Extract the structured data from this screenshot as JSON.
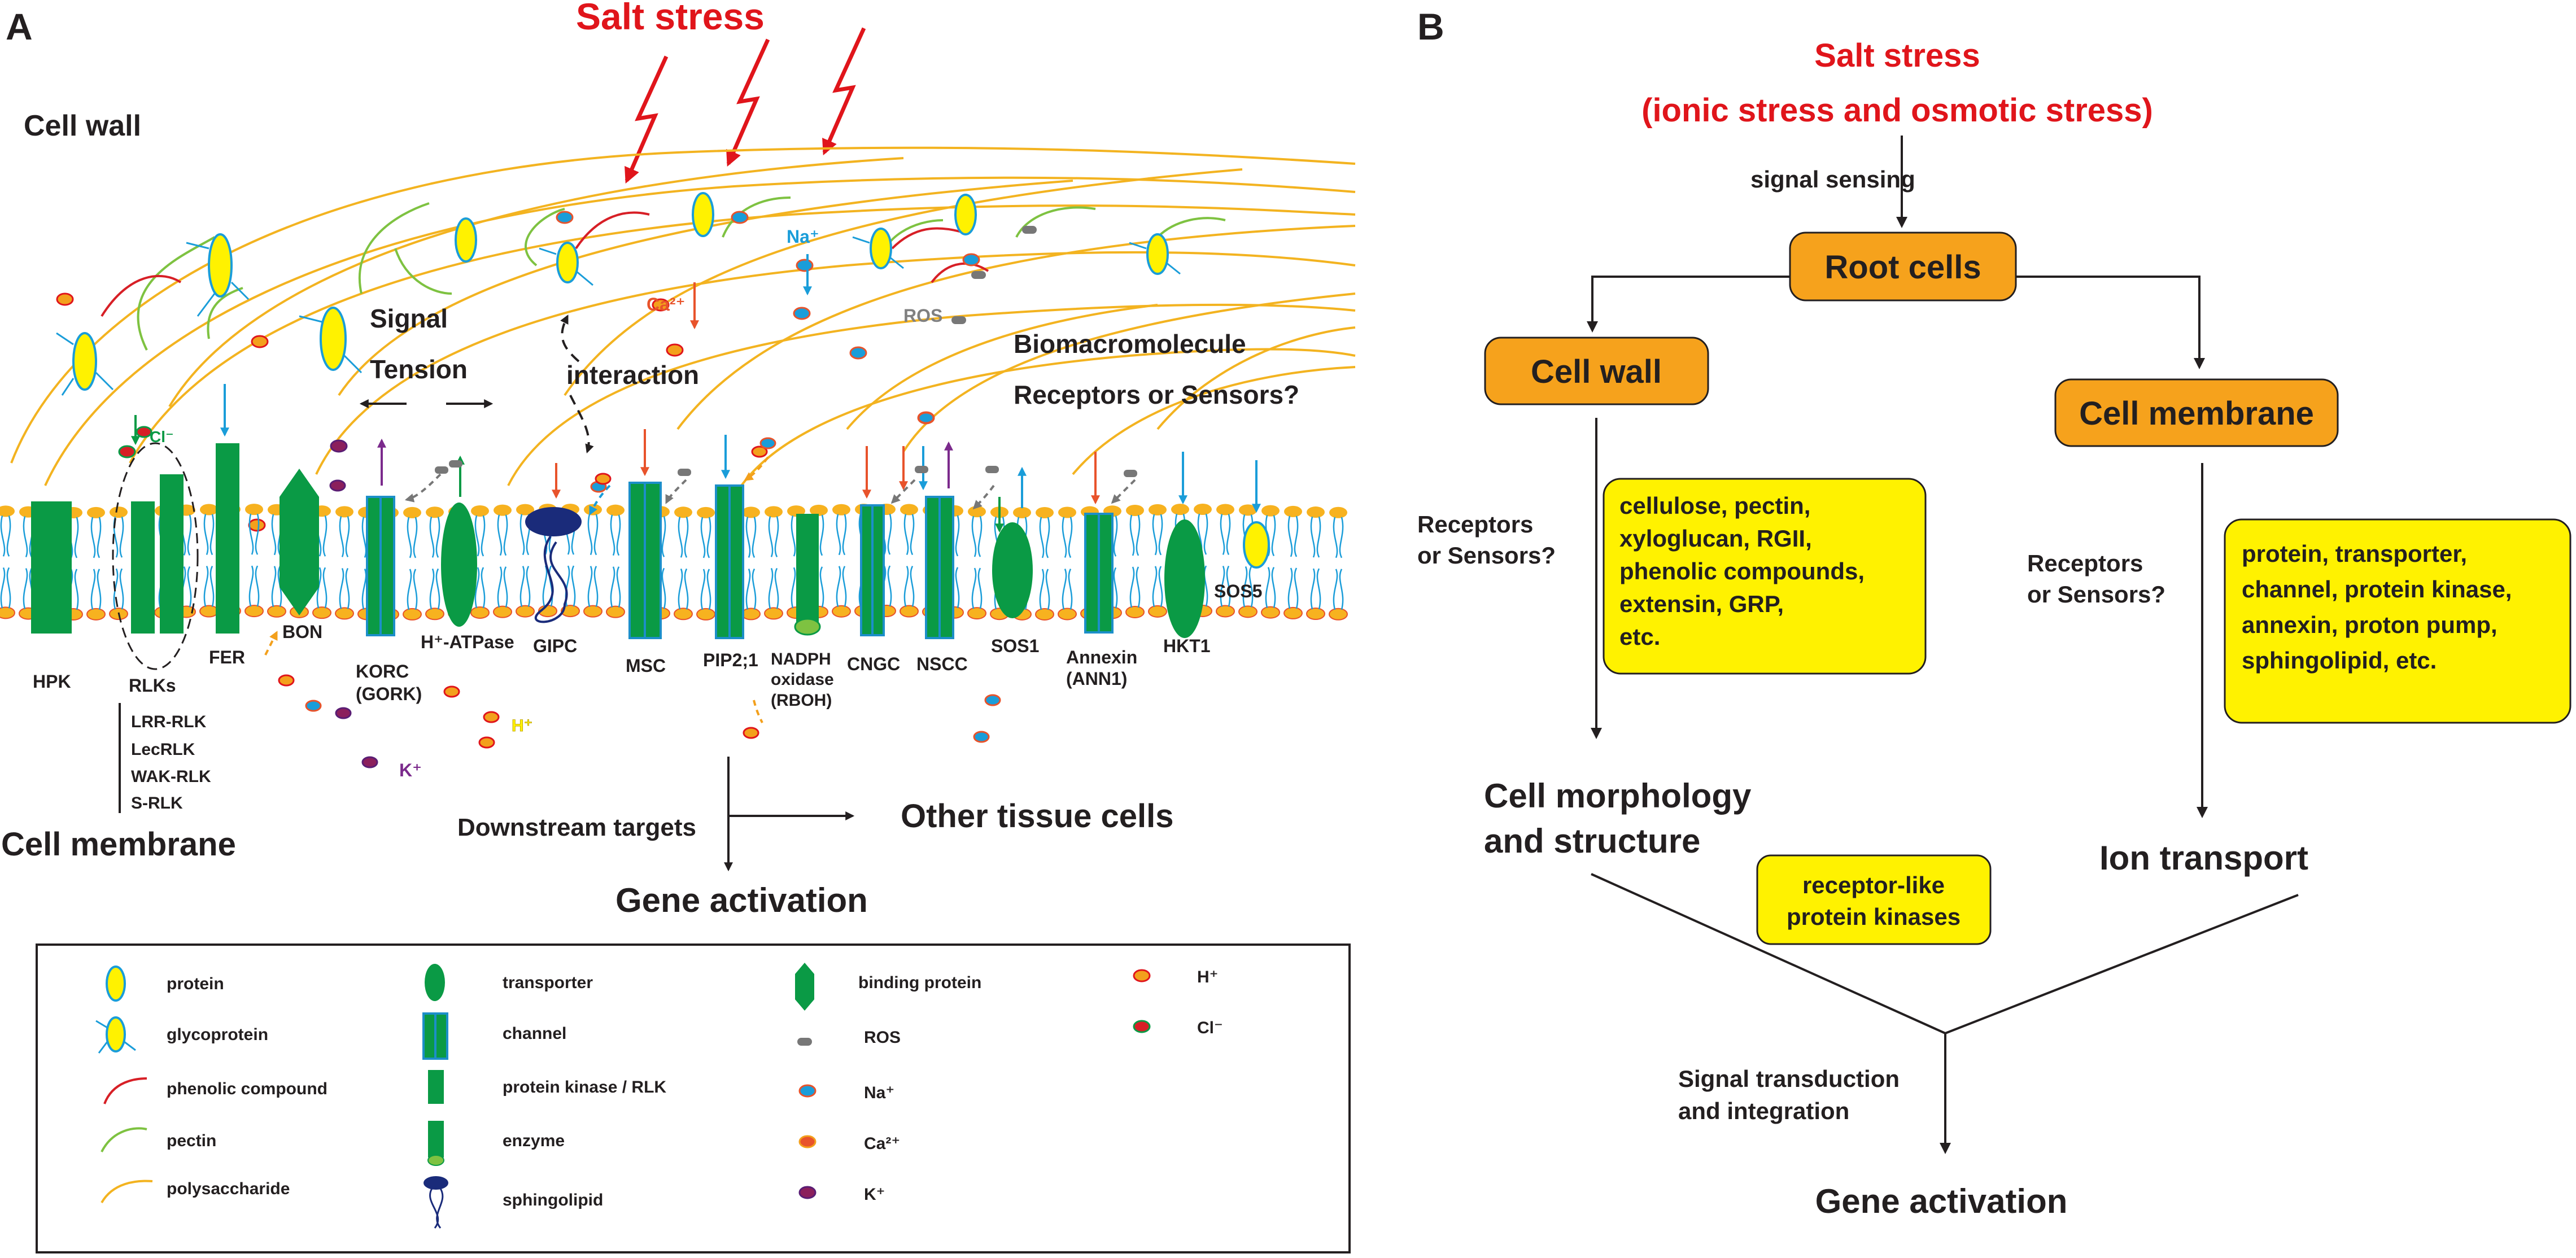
{
  "panel_a": {
    "label": "A",
    "salt_stress": "Salt stress",
    "cell_wall": "Cell wall",
    "cell_membrane": "Cell membrane",
    "signal": "Signal",
    "tension": "Tension",
    "interaction": "interaction",
    "biomacromolecule": "Biomacromolecule",
    "receptors": "Receptors or Sensors?",
    "ros": "ROS",
    "na": "Na⁺",
    "ca": "Ca²⁺",
    "cl": "Cl⁻",
    "h": "H⁺",
    "k": "K⁺",
    "h_atpase": "H⁺-ATPase",
    "downstream": "Downstream targets",
    "other_cells": "Other tissue cells",
    "gene_activation": "Gene activation",
    "proteins": {
      "hpk": "HPK",
      "rlks": "RLKs",
      "fer": "FER",
      "bon": "BON",
      "korc": "KORC",
      "gork": "(GORK)",
      "gipc": "GIPC",
      "msc": "MSC",
      "pip": "PIP2;1",
      "nadph1": "NADPH",
      "nadph2": "oxidase",
      "rboh": "(RBOH)",
      "cngc": "CNGC",
      "nscc": "NSCC",
      "sos1": "SOS1",
      "annexin": "Annexin",
      "ann1": "(ANN1)",
      "hkt1": "HKT1",
      "sos5": "SOS5"
    },
    "rlk_types": [
      "LRR-RLK",
      "LecRLK",
      "WAK-RLK",
      "S-RLK"
    ],
    "legend": {
      "protein": "protein",
      "glycoprotein": "glycoprotein",
      "phenolic": "phenolic compound",
      "pectin": "pectin",
      "polysaccharide": "polysaccharide",
      "transporter": "transporter",
      "channel": "channel",
      "kinase": "protein kinase /  RLK",
      "enzyme": "enzyme",
      "sphingolipid": "sphingolipid",
      "binding": "binding protein",
      "ros": "ROS",
      "na": "Na⁺",
      "ca": "Ca²⁺",
      "k": "K⁺",
      "h": "H⁺",
      "cl": "Cl⁻"
    }
  },
  "panel_b": {
    "label": "B",
    "title1": "Salt stress",
    "title2": "(ionic stress and osmotic stress)",
    "signal_sensing": "signal sensing",
    "root_cells": "Root cells",
    "cell_wall": "Cell wall",
    "cell_membrane": "Cell membrane",
    "receptors_l1": "Receptors",
    "receptors_l2": "or Sensors?",
    "wall_box": [
      "cellulose, pectin,",
      "xyloglucan, RGII,",
      "phenolic compounds,",
      "extensin, GRP,",
      "etc."
    ],
    "membrane_box": [
      "protein, transporter,",
      "channel, protein kinase,",
      "annexin, proton pump,",
      "sphingolipid, etc."
    ],
    "cell_morph_l1": "Cell morphology",
    "cell_morph_l2": "and structure",
    "rlpk_l1": "receptor-like",
    "rlpk_l2": "protein kinases",
    "ion_transport": "Ion transport",
    "signal_l1": "Signal transduction",
    "signal_l2": "and integration",
    "gene_activation": "Gene activation"
  },
  "colors": {
    "salt_red": "#e0151b",
    "membrane_green": "#0a9a45",
    "lipid_orange": "#f7b21f",
    "box_yellow": "#fff200",
    "box_orange": "#f6a21c",
    "na_blue": "#1a9dd9",
    "ca_orange": "#e8532b",
    "k_purple": "#7b2a8c"
  }
}
